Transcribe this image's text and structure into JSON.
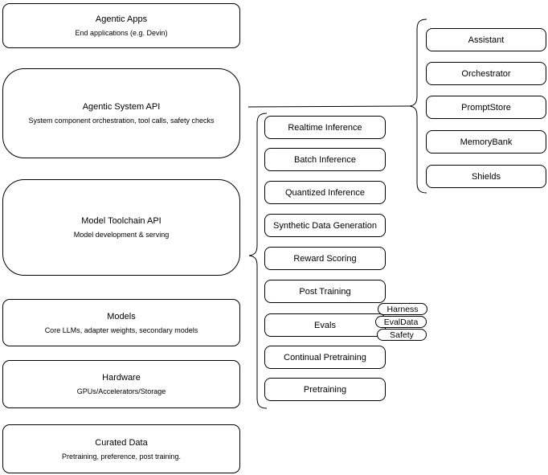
{
  "diagram": {
    "left_column": [
      {
        "title": "Agentic Apps",
        "subtitle": "End applications (e.g. Devin)"
      },
      {
        "title": "Agentic System API",
        "subtitle": "System component orchestration, tool calls, safety checks"
      },
      {
        "title": "Model Toolchain API",
        "subtitle": "Model development & serving"
      },
      {
        "title": "Models",
        "subtitle": "Core LLMs, adapter weights, secondary models"
      },
      {
        "title": "Hardware",
        "subtitle": "GPUs/Accelerators/Storage"
      },
      {
        "title": "Curated Data",
        "subtitle": "Pretraining, preference, post training."
      }
    ],
    "toolchain_items": [
      "Realtime Inference",
      "Batch Inference",
      "Quantized Inference",
      "Synthetic Data Generation",
      "Reward Scoring",
      "Post Training",
      "Evals",
      "Continual Pretraining",
      "Pretraining"
    ],
    "eval_tags": [
      "Harness",
      "EvalData",
      "Safety"
    ],
    "system_components": [
      "Assistant",
      "Orchestrator",
      "PromptStore",
      "MemoryBank",
      "Shields"
    ],
    "colors": {
      "stroke": "#000000",
      "fill": "#ffffff",
      "text": "#000000"
    }
  }
}
